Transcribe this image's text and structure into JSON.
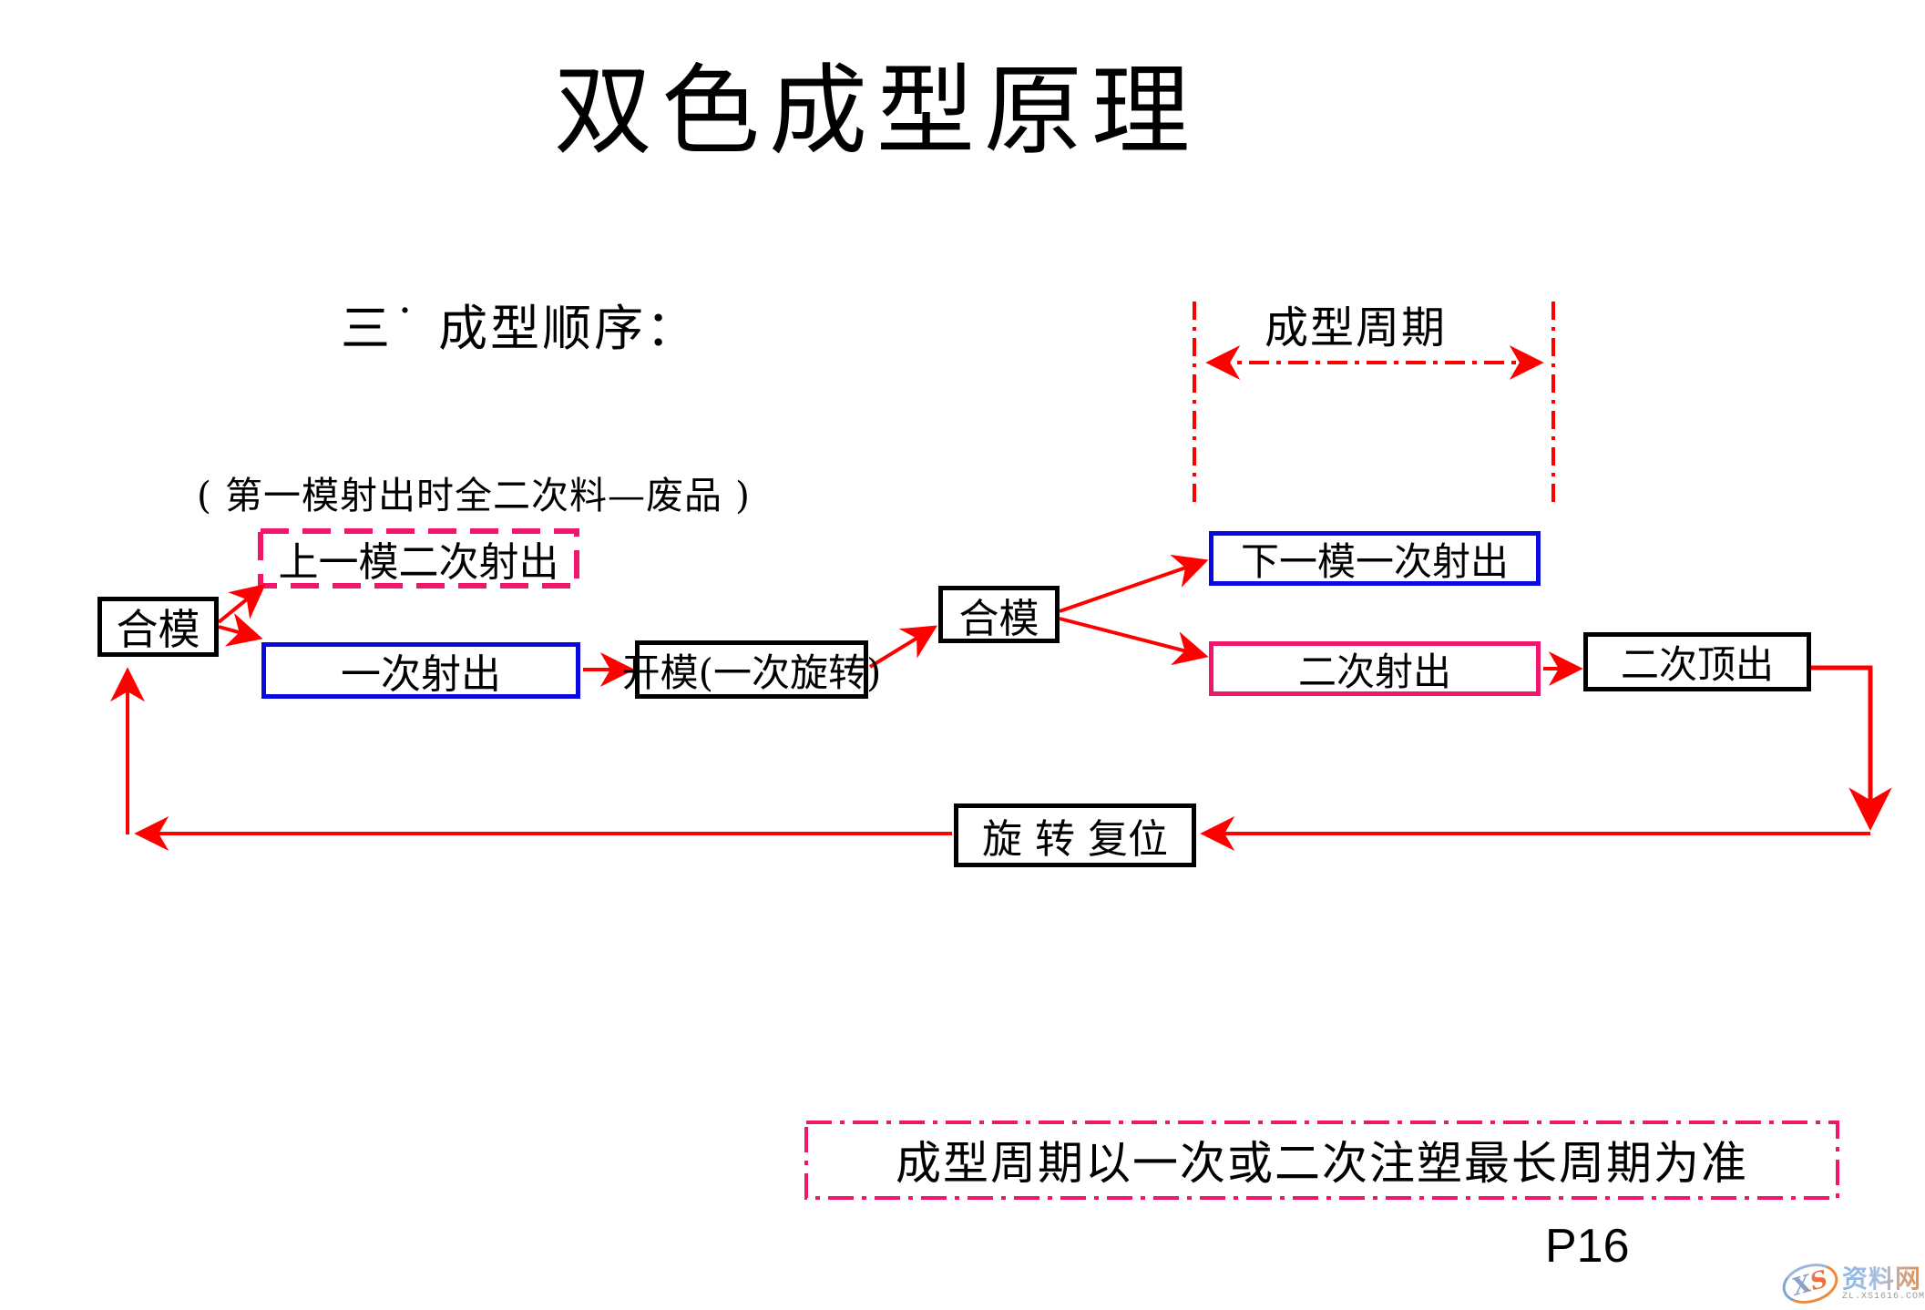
{
  "slide": {
    "title": "双色成型原理",
    "section_heading": "三˙ 成型顺序：",
    "note": "( 第一模射出时全二次料—废品 )",
    "cycle_label": "成型周期",
    "footnote": "成型周期以一次或二次注塑最长周期为准",
    "page_number": "P16"
  },
  "flowchart": {
    "boxes": [
      {
        "id": "clamp-1",
        "label": "合模",
        "style": "black-solid"
      },
      {
        "id": "prev-mold-second-shot",
        "label": "上一模二次射出",
        "style": "pink-dashed"
      },
      {
        "id": "first-shot",
        "label": "一次射出",
        "style": "blue-solid"
      },
      {
        "id": "open-mold-rotate",
        "label": "开模(一次旋转)",
        "style": "black-solid"
      },
      {
        "id": "clamp-2",
        "label": "合模",
        "style": "black-solid"
      },
      {
        "id": "next-mold-first-shot",
        "label": "下一模一次射出",
        "style": "blue-solid"
      },
      {
        "id": "second-shot",
        "label": "二次射出",
        "style": "pink-solid"
      },
      {
        "id": "second-eject",
        "label": "二次顶出",
        "style": "black-solid"
      },
      {
        "id": "rotate-reset",
        "label": "旋 转 复位",
        "style": "black-solid"
      }
    ],
    "edges": [
      {
        "from": "clamp-1",
        "to": "prev-mold-second-shot"
      },
      {
        "from": "clamp-1",
        "to": "first-shot"
      },
      {
        "from": "first-shot",
        "to": "open-mold-rotate"
      },
      {
        "from": "open-mold-rotate",
        "to": "clamp-2"
      },
      {
        "from": "clamp-2",
        "to": "next-mold-first-shot"
      },
      {
        "from": "clamp-2",
        "to": "second-shot"
      },
      {
        "from": "second-shot",
        "to": "second-eject"
      },
      {
        "from": "second-eject",
        "to": "rotate-reset"
      },
      {
        "from": "rotate-reset",
        "to": "clamp-1"
      }
    ]
  },
  "colors": {
    "arrow_red": "#FF0000",
    "accent_pink": "#F1156B",
    "accent_blue": "#0A0AE0",
    "line_black": "#000000"
  },
  "watermark": {
    "logo_text": "XS",
    "site_name": "资料网",
    "site_url": "ZL.XS1616.COM"
  }
}
